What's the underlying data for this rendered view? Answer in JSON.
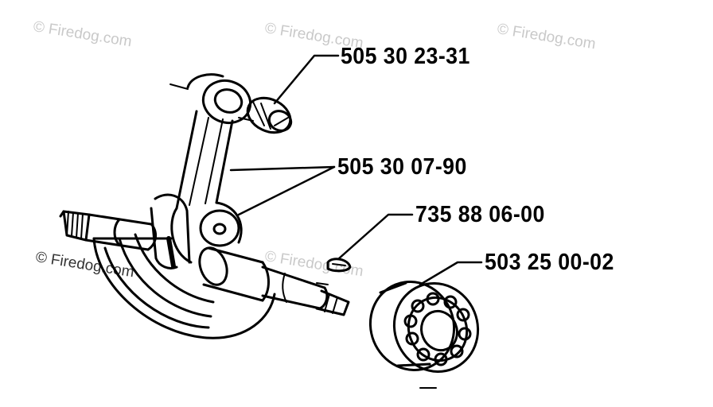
{
  "watermark": {
    "text": "© Firedog.com"
  },
  "parts": [
    {
      "id": "connecting-rod-bearing",
      "number": "505 30 23-31"
    },
    {
      "id": "crankshaft",
      "number": "505 30 07-90"
    },
    {
      "id": "key",
      "number": "735 88 06-00"
    },
    {
      "id": "ball-bearing",
      "number": "503 25 00-02"
    }
  ],
  "colors": {
    "ink": "#000000",
    "watermark": "#c9c9c9",
    "background": "#ffffff"
  }
}
